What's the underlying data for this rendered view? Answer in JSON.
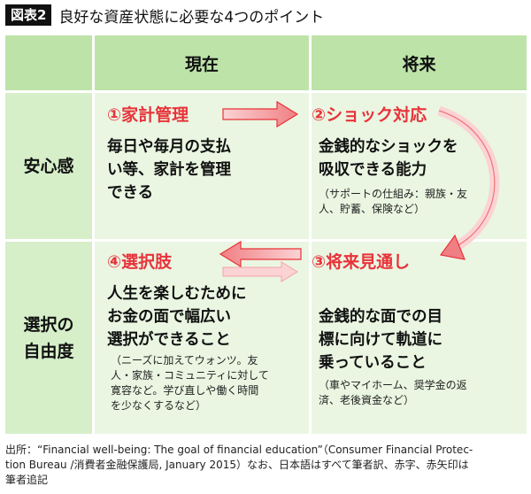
{
  "figure": {
    "badge": "図表2",
    "title": "良好な資産状態に必要な4つのポイント"
  },
  "columns": {
    "now": "現在",
    "future": "将来"
  },
  "rows": {
    "security": "安心感",
    "freedom_line1": "選択の",
    "freedom_line2": "自由度"
  },
  "cells": {
    "household": {
      "title": "①家計管理",
      "lines": [
        "毎日や毎月の支払",
        "い等、家計を管理",
        "できる"
      ]
    },
    "shock": {
      "title": "②ショック対応",
      "lines": [
        "金銭的なショックを",
        "吸収できる能力"
      ],
      "note_lines": [
        "（サポートの仕組み：親族・友",
        "人、貯蓄、保険など）"
      ]
    },
    "outlook": {
      "title": "③将来見通し",
      "lines": [
        "金銭的な面での目",
        "標に向けて軌道に",
        "乗っていること"
      ],
      "note_lines": [
        "（車やマイホーム、奨学金の返",
        "済、老後資金など）"
      ]
    },
    "choice": {
      "title": "④選択肢",
      "lines": [
        "人生を楽しむために",
        "お金の面で幅広い",
        "選択ができること"
      ],
      "note_lines": [
        "（ニーズに加えてウォンツ。友",
        "人・家族・コミュニティに対して",
        "寛容など。学び直しや働く時間",
        "を少なくするなど）"
      ]
    }
  },
  "colors": {
    "header": "#bde3a9",
    "side": "#d6efc9",
    "body": "#eaf6e2",
    "accent_red": "#e8333a",
    "arrow_pink": "#f4a3a6"
  },
  "source": {
    "lines": [
      "出所：“Financial well-being: The goal of financial education”（Consumer Financial Protec-",
      "tion Bureau /消費者金融保護局, January 2015）なお、日本語はすべて筆者訳、赤字、赤矢印は",
      "筆者追記"
    ]
  }
}
